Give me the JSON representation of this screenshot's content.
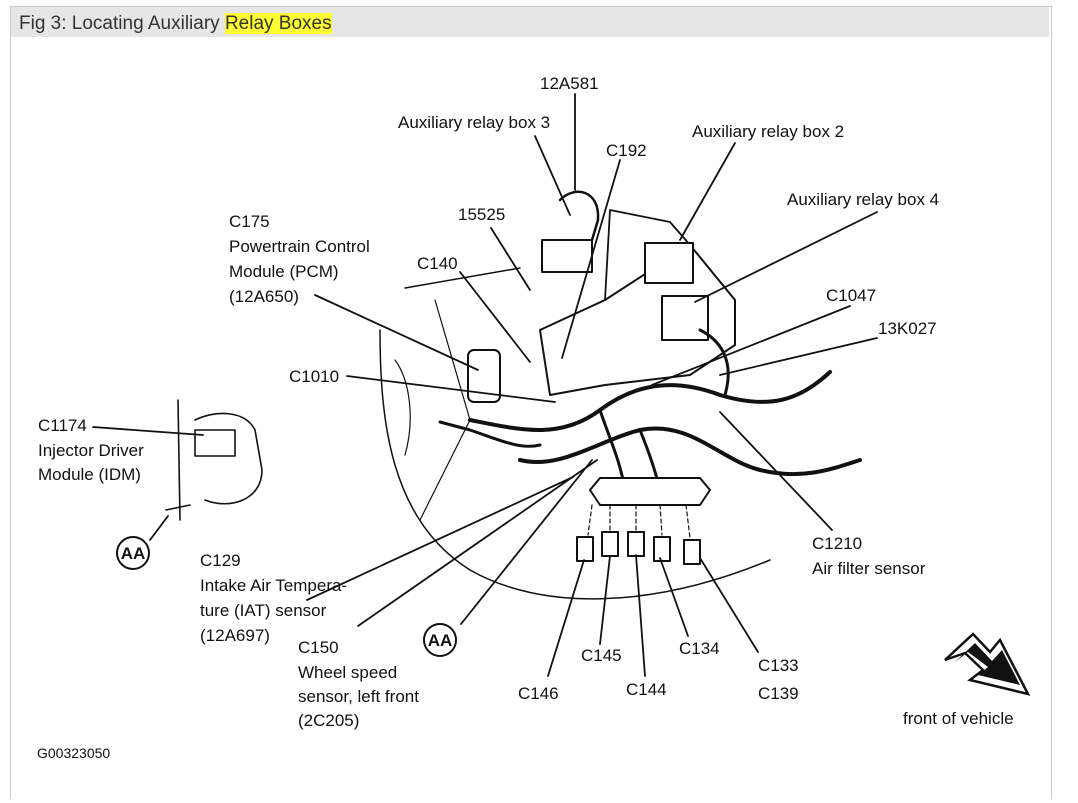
{
  "title": {
    "prefix": "Fig 3: Locating Auxiliary ",
    "highlight": "Relay Boxes"
  },
  "labels": {
    "l_12a581": "12A581",
    "l_arb3": "Auxiliary relay box 3",
    "l_c192": "C192",
    "l_arb2": "Auxiliary relay box 2",
    "l_arb4": "Auxiliary relay box 4",
    "l_15525": "15525",
    "l_c175": "C175",
    "l_pcm1": "Powertrain Control",
    "l_pcm2": "Module (PCM)",
    "l_pcm3": "(12A650)",
    "l_c140": "C140",
    "l_c1047": "C1047",
    "l_13k027": "13K027",
    "l_c1010": "C1010",
    "l_c1174": "C1174",
    "l_idm1": "Injector Driver",
    "l_idm2": "Module (IDM)",
    "l_c129": "C129",
    "l_iat1": "Intake Air Tempera-",
    "l_iat2": "ture (IAT) sensor",
    "l_iat3": "(12A697)",
    "l_c150": "C150",
    "l_ws1": "Wheel speed",
    "l_ws2": "sensor, left front",
    "l_ws3": "(2C205)",
    "l_c1210": "C1210",
    "l_afs": "Air filter sensor",
    "l_c145": "C145",
    "l_c134": "C134",
    "l_c133": "C133",
    "l_c139": "C139",
    "l_c146": "C146",
    "l_c144": "C144",
    "l_fov": "front of vehicle",
    "l_fig": "G00323050"
  },
  "callout": "AA"
}
